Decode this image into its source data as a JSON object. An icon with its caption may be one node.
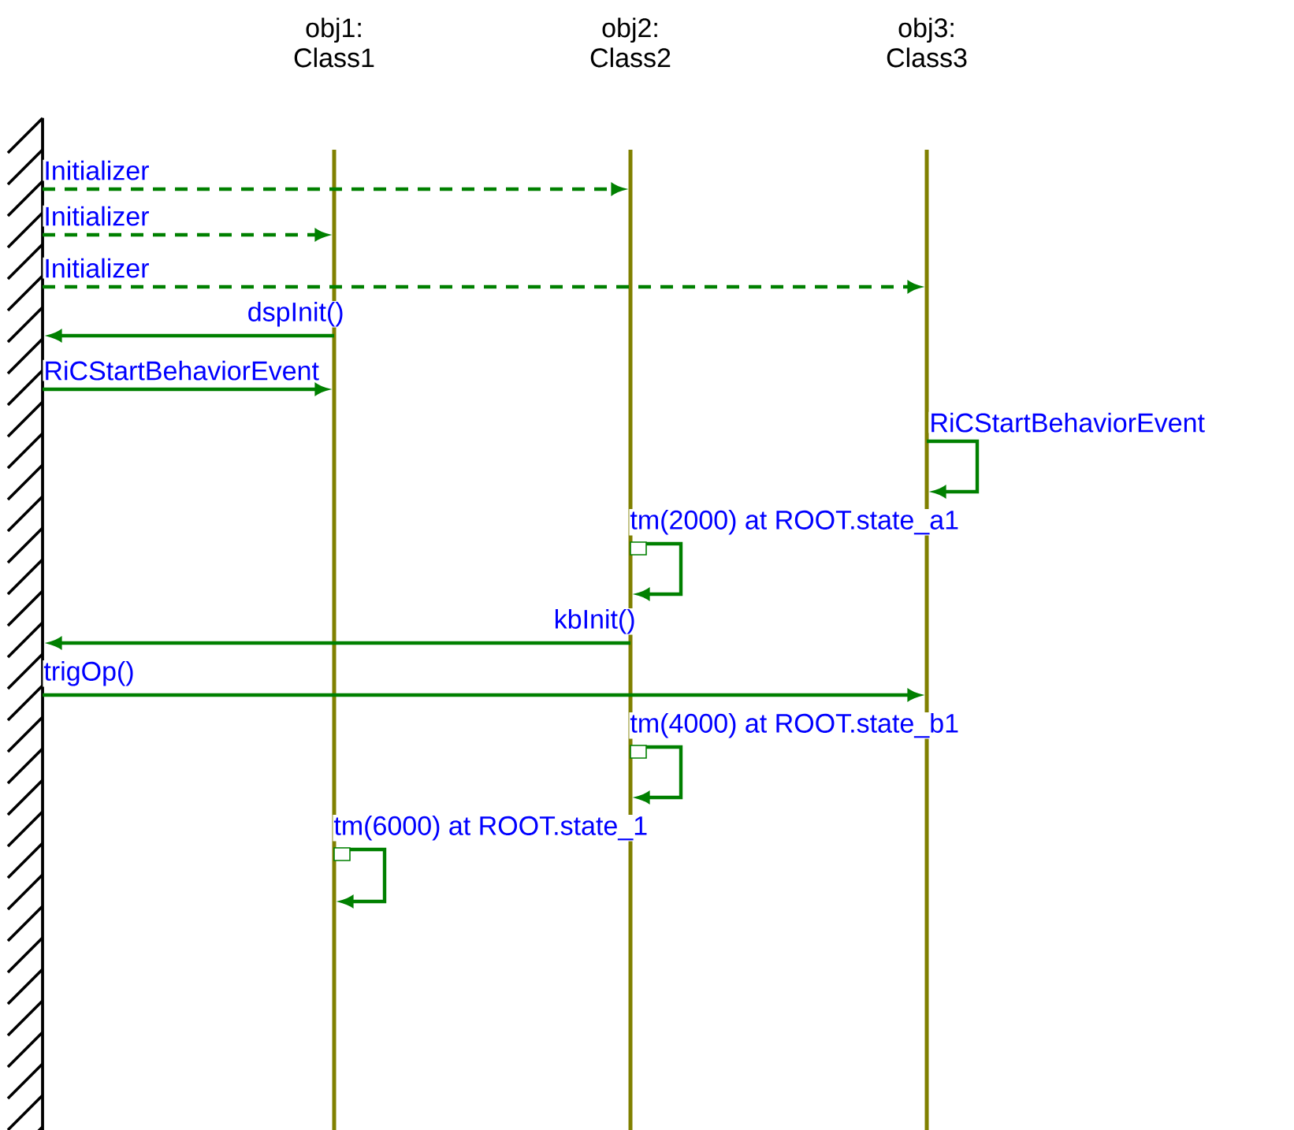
{
  "diagram": {
    "nodes": [
      {
        "text": [],
        "shape": "bar"
      },
      {
        "text": [],
        "shape": "bar",
        "beside": [
          "obj1: Class1"
        ]
      },
      {
        "text": [],
        "shape": "bar",
        "beside": [
          "obj2: Class2"
        ]
      },
      {
        "text": [],
        "shape": "bar",
        "beside": [
          "obj3: Class3"
        ]
      }
    ],
    "edges": [
      {
        "from": 0,
        "to": 2,
        "arrow": "to",
        "label": "Initializer",
        "style": "dashed"
      },
      {
        "from": 0,
        "to": 1,
        "arrow": "to",
        "label": "Initializer",
        "style": "dashed"
      },
      {
        "from": 0,
        "to": 3,
        "arrow": "to",
        "label": "Initializer",
        "style": "dashed"
      },
      {
        "from": 1,
        "to": 0,
        "arrow": "to",
        "label": "dspInit()"
      },
      {
        "from": 0,
        "to": 1,
        "arrow": "to",
        "label": "RiCStartBehaviorEvent"
      },
      {
        "from": 3,
        "to": 3,
        "arrow": "to",
        "label": "RiCStartBehaviorEvent"
      },
      {
        "from": 2,
        "to": 2,
        "arrow": "to",
        "label": "tm(2000) at ROOT.state_a1"
      },
      {
        "from": 2,
        "to": 0,
        "arrow": "to",
        "label": "kbInit()"
      },
      {
        "from": 0,
        "to": 3,
        "arrow": "to",
        "label": "trigOp()"
      },
      {
        "from": 2,
        "to": 2,
        "arrow": "to",
        "label": "tm(4000) at ROOT.state_b1"
      },
      {
        "from": 1,
        "to": 1,
        "arrow": "to",
        "label": "tm(6000) at ROOT.state_1"
      }
    ]
  }
}
